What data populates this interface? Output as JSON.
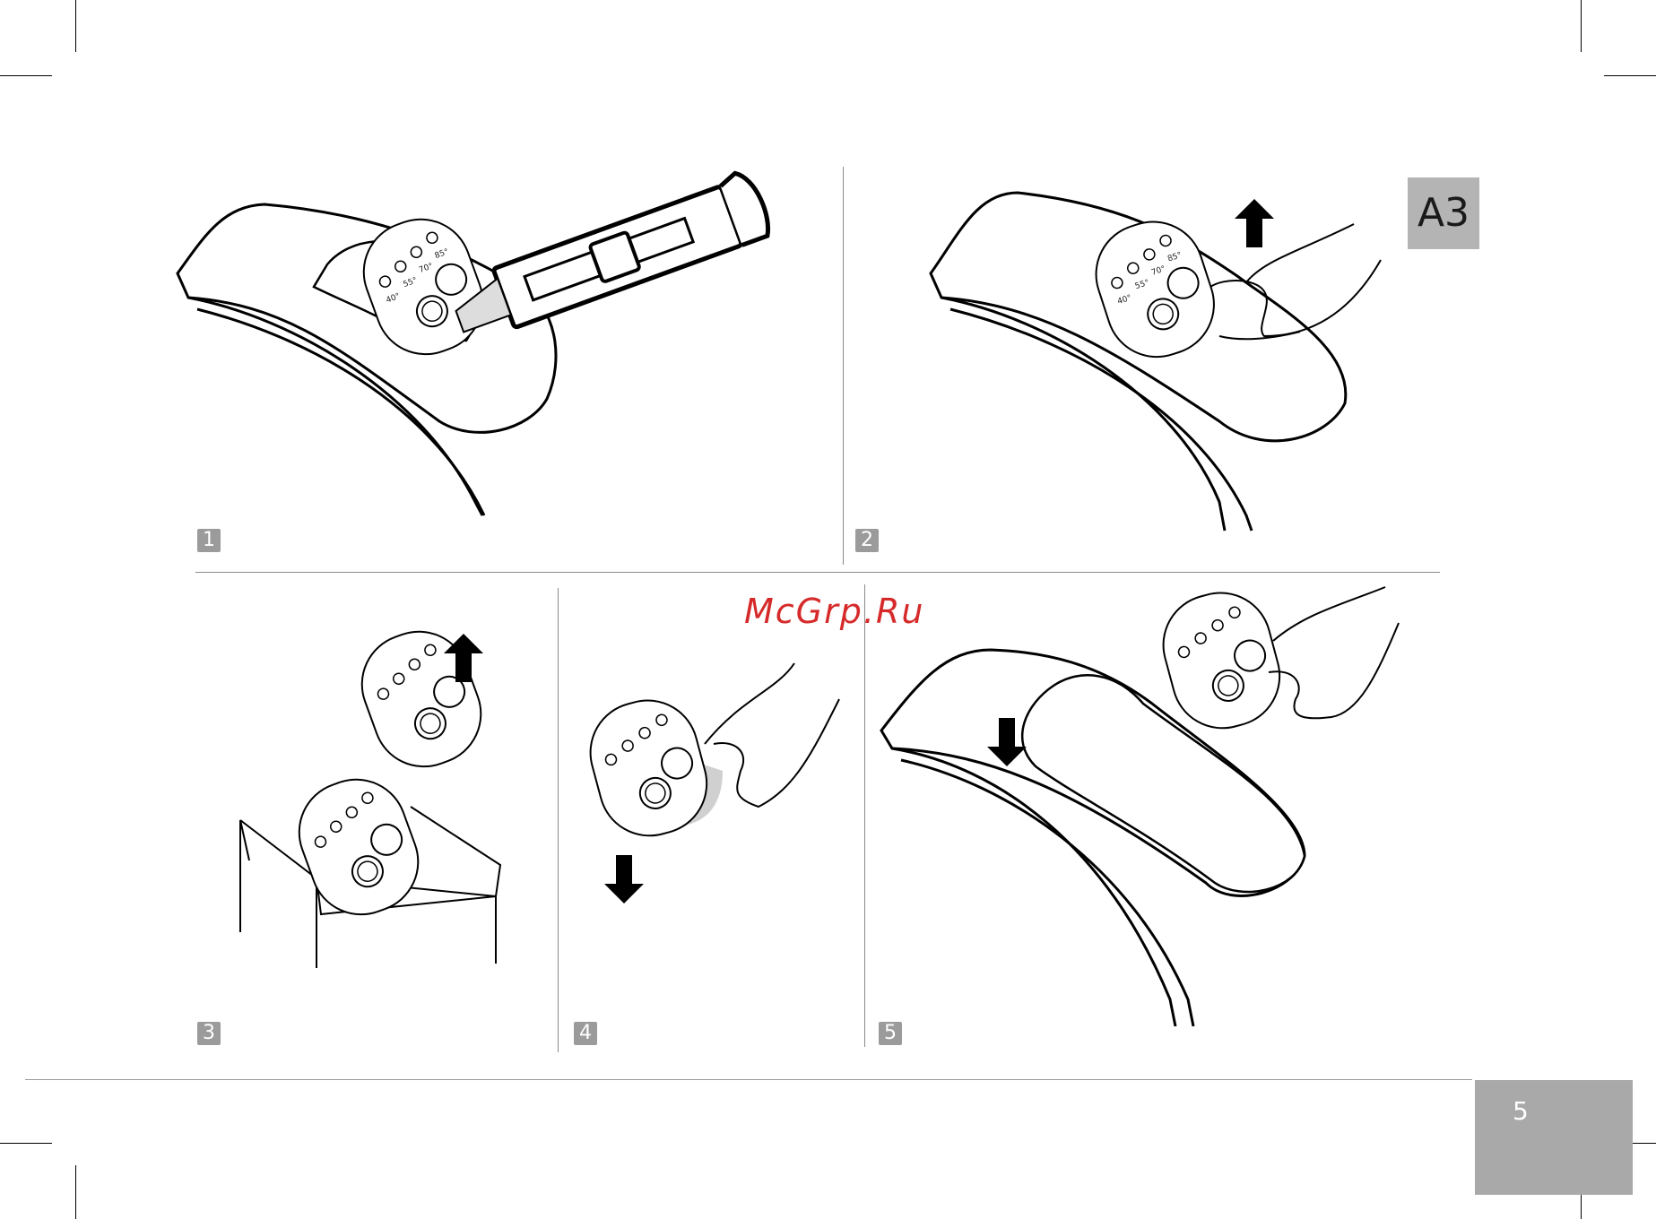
{
  "section_label": "A3",
  "page_number": "5",
  "watermark": "McGrp.Ru",
  "steps": [
    {
      "number": "1"
    },
    {
      "number": "2"
    },
    {
      "number": "3"
    },
    {
      "number": "4"
    },
    {
      "number": "5"
    }
  ],
  "control_panel": {
    "temperatures": [
      "40°",
      "55°",
      "70°",
      "85°"
    ],
    "plus_minus_label": "+/–",
    "minus_label": "–"
  },
  "colors": {
    "badge_gray": "#9b9b9b",
    "tag_gray": "#b4b4b4",
    "watermark_red": "#d62a2a",
    "line_black": "#000000"
  }
}
